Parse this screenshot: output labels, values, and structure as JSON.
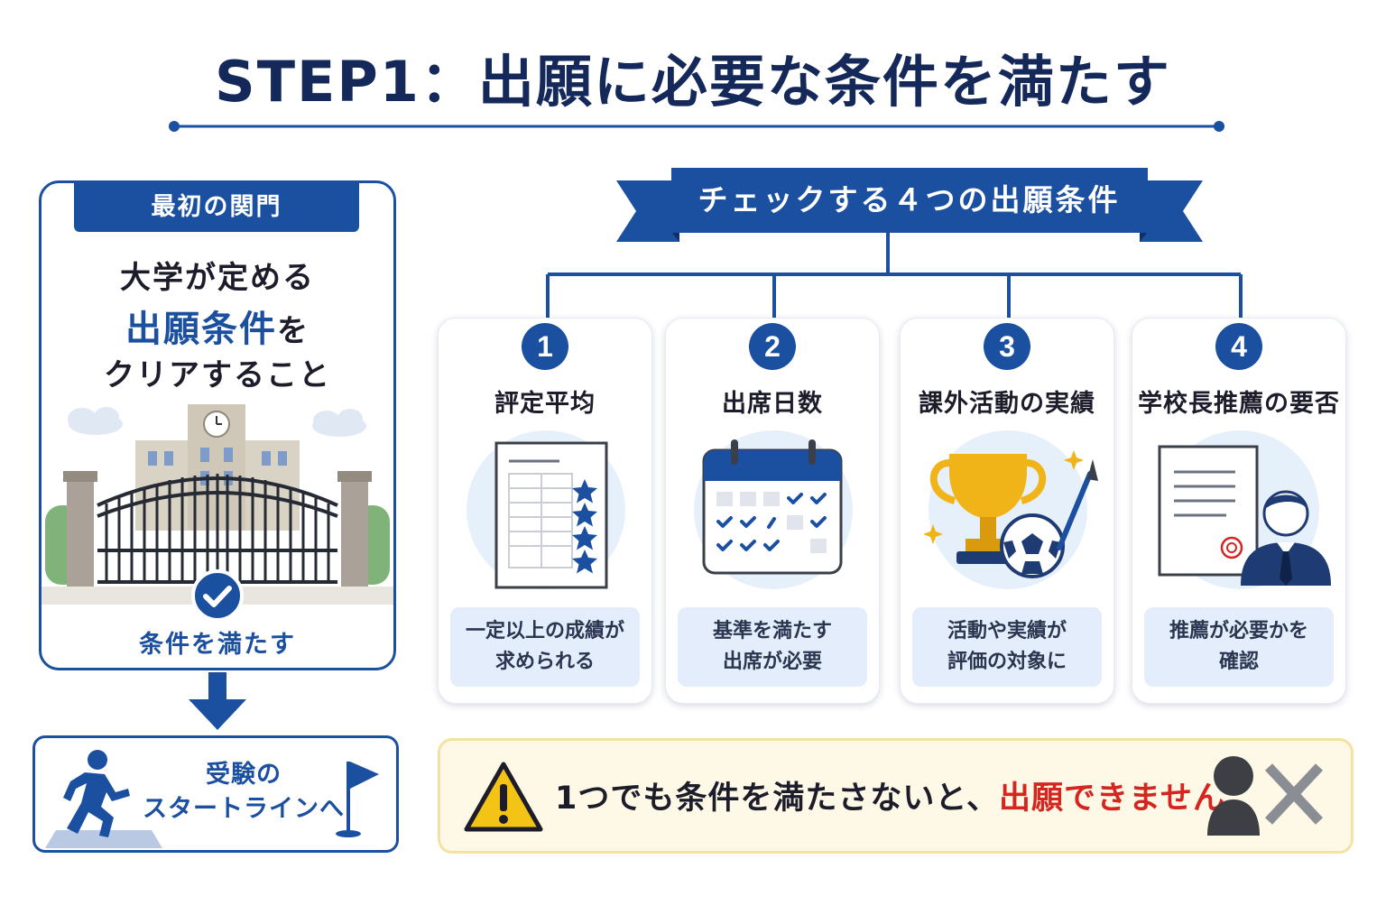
{
  "title": "STEP1：出願に必要な条件を満たす",
  "left_panel": {
    "tag": "最初の関門",
    "line1": "大学が定める",
    "line2_highlight": "出願条件",
    "line2_rest": "を",
    "line3": "クリアすること",
    "check_label": "条件を満たす",
    "start_line1": "受験の",
    "start_line2": "スタートラインへ"
  },
  "ribbon": {
    "label": "チェックする４つの出願条件"
  },
  "conditions": [
    {
      "number": "1",
      "title": "評定平均",
      "note_line1": "一定以上の成績が",
      "note_line2": "求められる",
      "icon": "report-sheet-icon"
    },
    {
      "number": "2",
      "title": "出席日数",
      "note_line1": "基準を満たす",
      "note_line2": "出席が必要",
      "icon": "calendar-icon"
    },
    {
      "number": "3",
      "title": "課外活動の実績",
      "note_line1": "活動や実績が",
      "note_line2": "評価の対象に",
      "icon": "trophy-icon"
    },
    {
      "number": "4",
      "title": "学校長推薦の要否",
      "note_line1": "推薦が必要かを",
      "note_line2": "確認",
      "icon": "recommendation-letter-icon"
    }
  ],
  "warning": {
    "text_normal": "1つでも条件を満たさないと、",
    "text_emphasis": "出願できません",
    "icon": "warning-icon"
  },
  "colors": {
    "primary": "#1b4fa0",
    "title": "#14285a",
    "note_bg": "#e3edfb",
    "warning_bg": "#fdf9e6",
    "emphasis": "#d4251f",
    "gold": "#f0b418"
  }
}
